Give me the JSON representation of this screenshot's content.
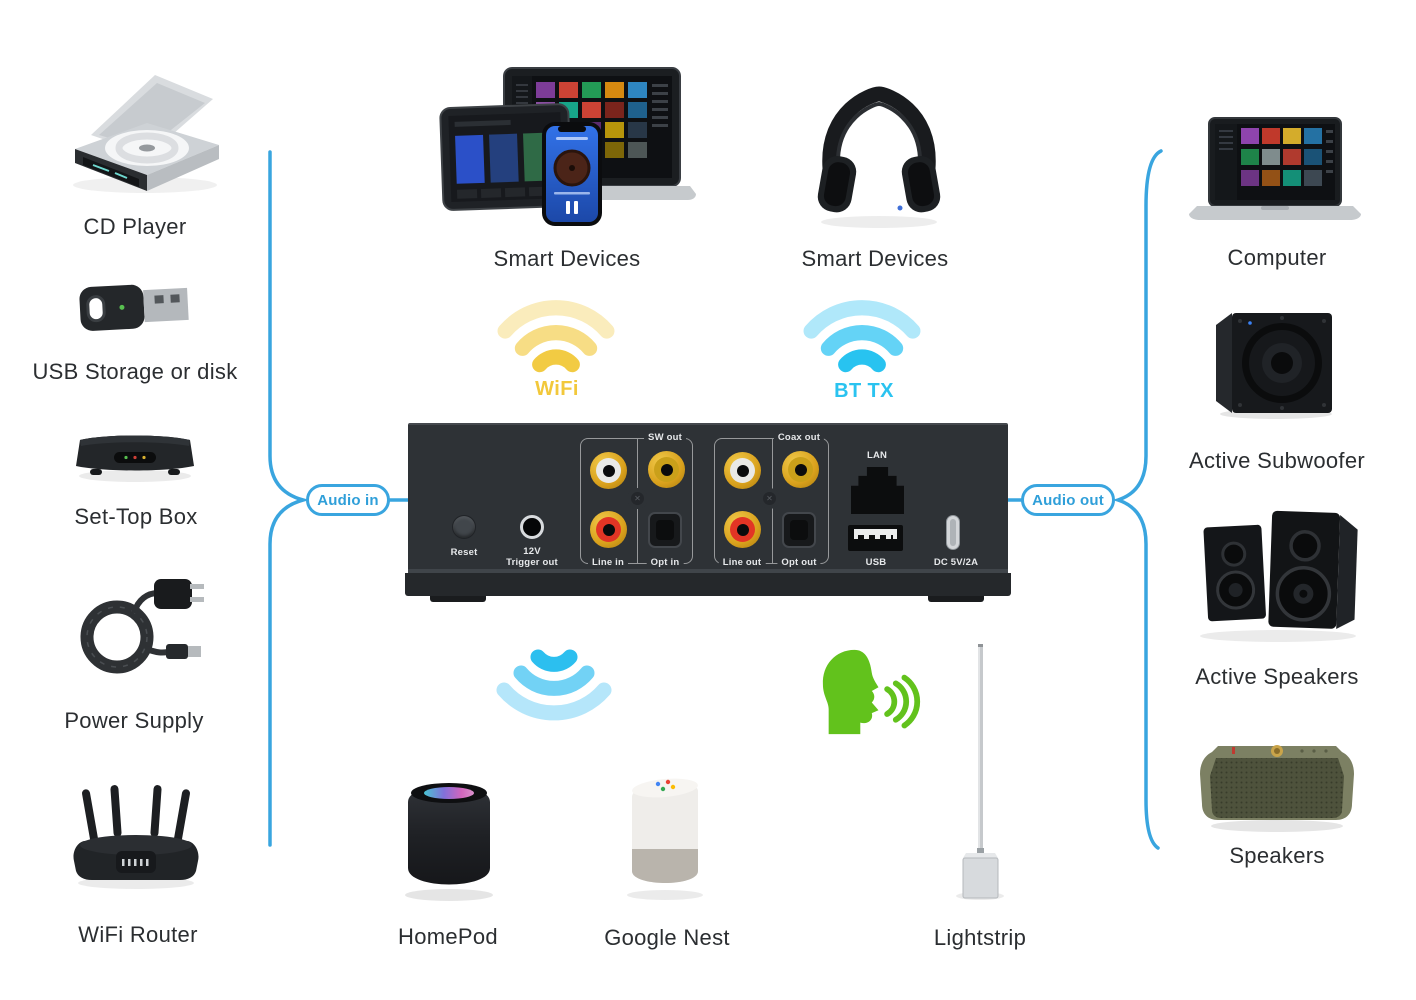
{
  "colors": {
    "accent_blue": "#39A5DF",
    "wifi_yellow": "#F2C83B",
    "bt_cyan": "#2AC3F0",
    "voice_green": "#62C21C",
    "caption_text": "#2B2E31",
    "panel_background": "#2E3236"
  },
  "icons": {
    "wifi-icon": "three yellow wireless arcs",
    "bt-tx-icon": "three cyan wireless arcs",
    "wifi-broadcast-down-icon": "three cyan wireless arcs pointing down",
    "voice-control-icon": "green speaking head profile with sound waves"
  },
  "left": {
    "items": [
      {
        "label": "CD Player"
      },
      {
        "label": "USB Storage or disk"
      },
      {
        "label": "Set-Top Box"
      },
      {
        "label": "Power Supply"
      },
      {
        "label": "WiFi Router"
      }
    ]
  },
  "top": {
    "wifi": {
      "device_label": "Smart Devices",
      "badge": "WiFi"
    },
    "bt": {
      "device_label": "Smart Devices",
      "badge": "BT TX"
    }
  },
  "links": {
    "audio_in": "Audio in",
    "audio_out": "Audio out"
  },
  "panel": {
    "reset": "Reset",
    "trigger_line1": "12V",
    "trigger_line2": "Trigger out",
    "group_in": {
      "top": "SW out",
      "bottom_left": "Line in",
      "bottom_right": "Opt in"
    },
    "group_out": {
      "top": "Coax out",
      "bottom_left": "Line out",
      "bottom_right": "Opt out"
    },
    "lan": "LAN",
    "usb": "USB",
    "dc": "DC 5V/2A"
  },
  "bottom": {
    "items": [
      {
        "label": "HomePod"
      },
      {
        "label": "Google Nest"
      },
      {
        "label": "Lightstrip"
      }
    ]
  },
  "right": {
    "items": [
      {
        "label": "Computer"
      },
      {
        "label": "Active Subwoofer"
      },
      {
        "label": "Active Speakers"
      },
      {
        "label": "Speakers"
      }
    ]
  }
}
